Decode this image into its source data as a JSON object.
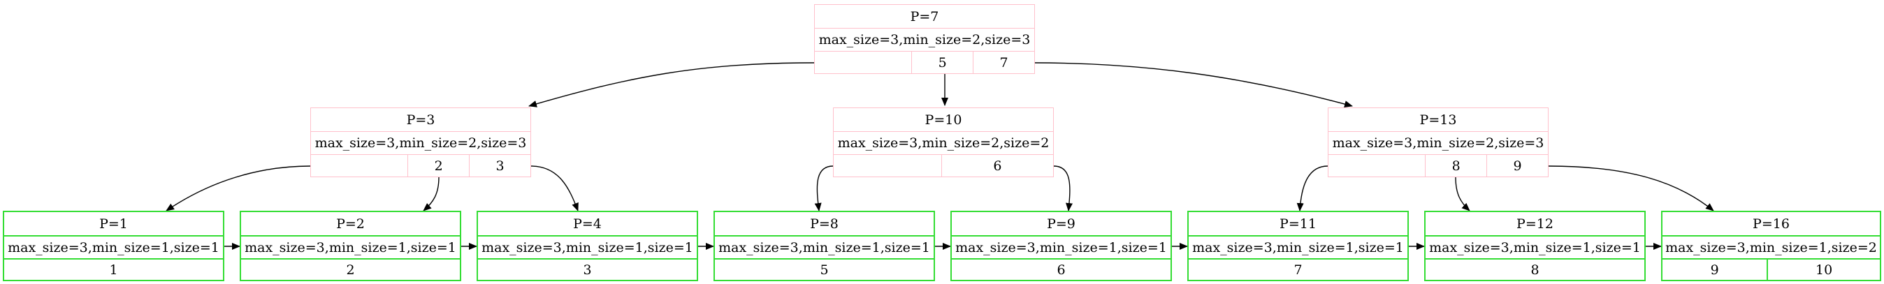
{
  "internal_nodes": {
    "p7": {
      "title": "P=7",
      "info": "max_size=3,min_size=2,size=3",
      "keys": [
        "",
        "5",
        "7"
      ]
    },
    "p3": {
      "title": "P=3",
      "info": "max_size=3,min_size=2,size=3",
      "keys": [
        "",
        "2",
        "3"
      ]
    },
    "p10": {
      "title": "P=10",
      "info": "max_size=3,min_size=2,size=2",
      "keys": [
        "",
        "6"
      ]
    },
    "p13": {
      "title": "P=13",
      "info": "max_size=3,min_size=2,size=3",
      "keys": [
        "",
        "8",
        "9"
      ]
    }
  },
  "leaf_nodes": {
    "p1": {
      "title": "P=1",
      "info": "max_size=3,min_size=1,size=1",
      "keys": [
        "1"
      ]
    },
    "p2": {
      "title": "P=2",
      "info": "max_size=3,min_size=1,size=1",
      "keys": [
        "2"
      ]
    },
    "p4": {
      "title": "P=4",
      "info": "max_size=3,min_size=1,size=1",
      "keys": [
        "3"
      ]
    },
    "p8": {
      "title": "P=8",
      "info": "max_size=3,min_size=1,size=1",
      "keys": [
        "5"
      ]
    },
    "p9": {
      "title": "P=9",
      "info": "max_size=3,min_size=1,size=1",
      "keys": [
        "6"
      ]
    },
    "p11": {
      "title": "P=11",
      "info": "max_size=3,min_size=1,size=1",
      "keys": [
        "7"
      ]
    },
    "p12": {
      "title": "P=12",
      "info": "max_size=3,min_size=1,size=1",
      "keys": [
        "8"
      ]
    },
    "p16": {
      "title": "P=16",
      "info": "max_size=3,min_size=1,size=2",
      "keys": [
        "9",
        "10"
      ]
    }
  },
  "colors": {
    "internal_border": "#ffc0cb",
    "leaf_border": "#33dd33",
    "edge": "#000000"
  },
  "edges": [
    [
      "p7.k0",
      "p3"
    ],
    [
      "p7.k1",
      "p10"
    ],
    [
      "p7.k2",
      "p13"
    ],
    [
      "p3.k0",
      "p1"
    ],
    [
      "p3.k1",
      "p2"
    ],
    [
      "p3.k2",
      "p4"
    ],
    [
      "p10.k0",
      "p8"
    ],
    [
      "p10.k1",
      "p9"
    ],
    [
      "p13.k0",
      "p11"
    ],
    [
      "p13.k1",
      "p12"
    ],
    [
      "p13.k2",
      "p16"
    ],
    [
      "p1",
      "p2"
    ],
    [
      "p2",
      "p4"
    ],
    [
      "p4",
      "p8"
    ],
    [
      "p8",
      "p9"
    ],
    [
      "p9",
      "p11"
    ],
    [
      "p11",
      "p12"
    ],
    [
      "p12",
      "p16"
    ]
  ]
}
